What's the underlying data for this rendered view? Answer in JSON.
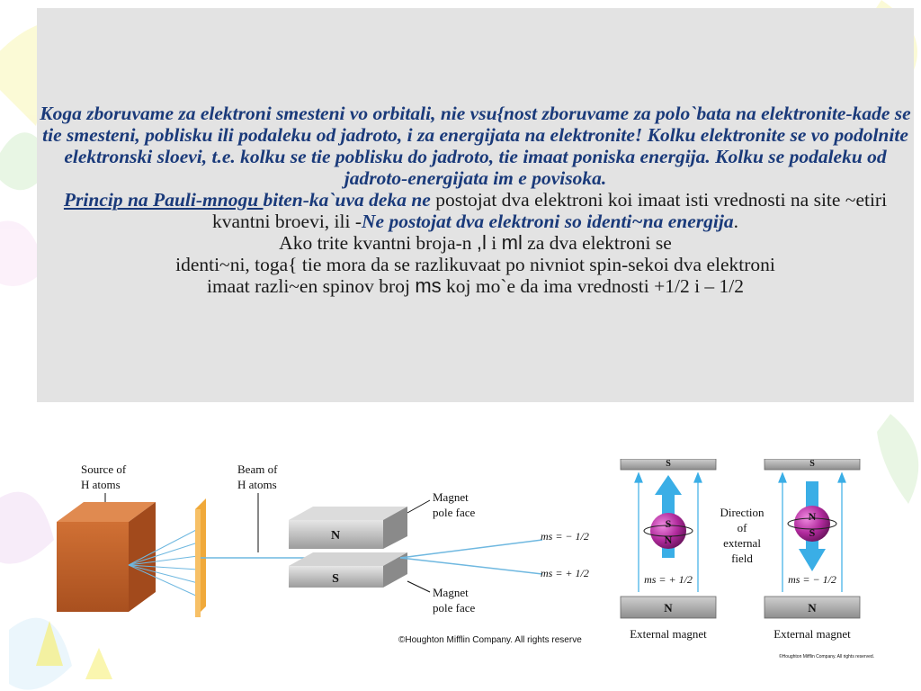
{
  "text": {
    "para1": "Koga zboruvame za elektroni smesteni vo orbitali, nie vsu{nost zboruvame za polo`bata na elektronite-kade se tie smesteni, poblisku ili podaleku od jadroto, i za energijata na elektronite! Kolku elektronite se vo podolnite elektronski sloevi, t.e. kolku se tie poblisku do jadroto, tie imaat poniska energija. Kolku se podaleku od jadroto-energijata im e povisoka.",
    "pauli_label": "Princip na Pauli-mnogu ",
    "pauli_bold": "biten-ka`uva  deka ne",
    "pauli_normal": " postojat dva elektroni koi imaat isti vrednosti na site ~etiri kvantni broevi, ili -",
    "pauli_italic": "Ne postojat dva elektroni so identi~na energija",
    "pauli_end": ".",
    "line3_a": "Ako trite kvantni broja-n ",
    "line3_l": ",l",
    "line3_b": " i ",
    "line3_ml": "ml",
    "line3_c": " za dva elektroni se",
    "line4": "identi~ni, toga{ tie mora da se razlikuvaat po nivniot spin-sekoi dva elektroni",
    "line5_a": "imaat razli~en spinov broj ",
    "line5_ms": "ms",
    "line5_b": " koj mo`e da ima vrednosti +1/2 i – 1/2"
  },
  "figure_left": {
    "source_l1": "Source of",
    "source_l2": "H atoms",
    "beam_l1": "Beam of",
    "beam_l2": "H atoms",
    "magnet_top_l1": "Magnet",
    "magnet_top_l2": "pole face",
    "magnet_bot_l1": "Magnet",
    "magnet_bot_l2": "pole face",
    "pole_n": "N",
    "pole_s": "S",
    "ms_top": "ms = − 1/2",
    "ms_bottom": "ms = + 1/2",
    "copyright": "©Houghton Mifflin Company. All rights reserve"
  },
  "figure_right": {
    "top_pole": "S",
    "bottom_pole": "N",
    "left_ball_top": "S",
    "left_ball_bottom": "N",
    "right_ball_top": "N",
    "right_ball_bottom": "S",
    "direction_l1": "Direction",
    "direction_l2": "of",
    "direction_l3": "external",
    "direction_l4": "field",
    "ms_left": "ms = + 1/2",
    "ms_right": "ms = − 1/2",
    "caption_left": "External magnet",
    "caption_right": "External magnet",
    "copyright": "©Houghton Mifflin Company. All rights reserved."
  },
  "colors": {
    "panel": "#e3e3e3",
    "title_text": "#1a3a7a",
    "beam": "#6fb8e0",
    "source_box": "#c9692f",
    "plate": "#f0a93a",
    "sphere": "#b02a9c",
    "arrow": "#3aaee6"
  }
}
